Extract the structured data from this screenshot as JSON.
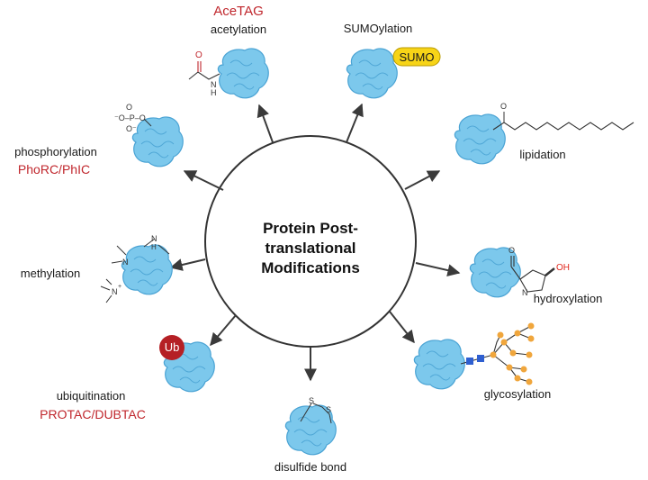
{
  "center": {
    "line1": "Protein Post-",
    "line2": "translational",
    "line3": "Modifications"
  },
  "modifications": {
    "acetylation": {
      "name": "acetylation",
      "tool": "AceTAG"
    },
    "sumoylation": {
      "name": "SUMOylation",
      "tag": "SUMO"
    },
    "lipidation": {
      "name": "lipidation"
    },
    "hydroxylation": {
      "name": "hydroxylation"
    },
    "glycosylation": {
      "name": "glycosylation"
    },
    "disulfide": {
      "name": "disulfide bond"
    },
    "ubiquitination": {
      "name": "ubiquitination",
      "tag": "Ub",
      "tool": "PROTAC/DUBTAC"
    },
    "methylation": {
      "name": "methylation"
    },
    "phosphorylation": {
      "name": "phosphorylation",
      "tool": "PhoRC/PhIC"
    }
  },
  "colors": {
    "protein": "#7cc8ec",
    "protein_stroke": "#4aa3d4",
    "tool_text": "#c0272d",
    "sumo_fill": "#f7d417",
    "ub_fill": "#b52025",
    "glycan_node": "#f0a63c",
    "glycan_square": "#2f5fd0",
    "hydroxyl": "#e0261c"
  }
}
